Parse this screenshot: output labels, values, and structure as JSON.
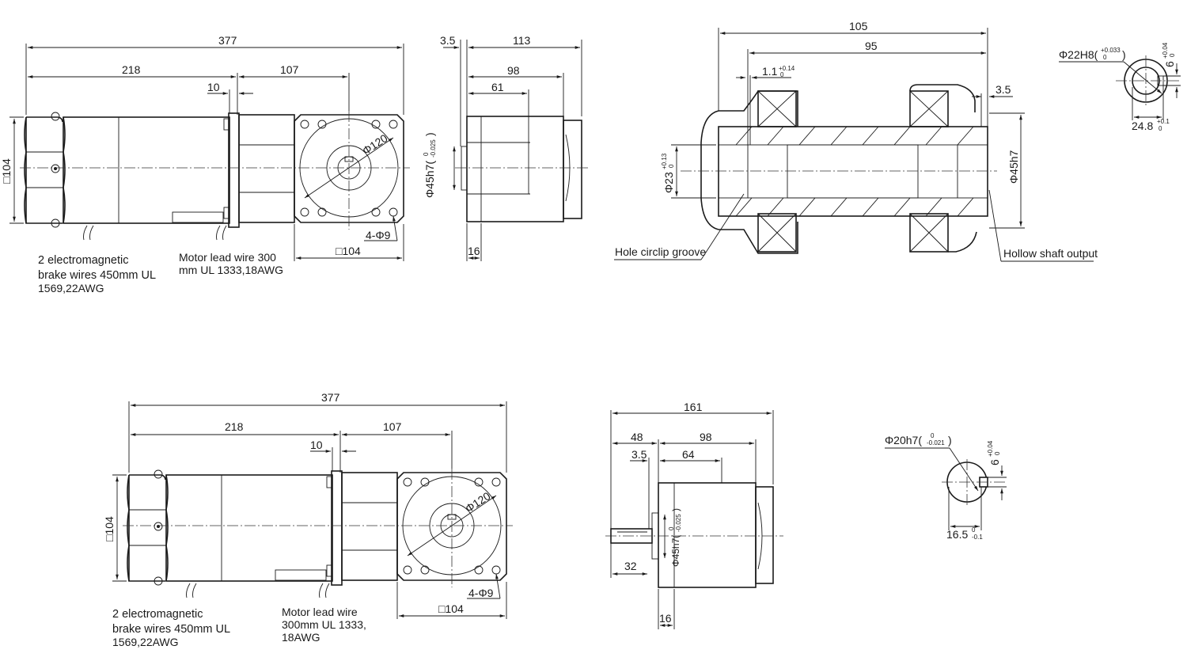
{
  "top_motor": {
    "dim_overall": "377",
    "dim_motor": "218",
    "dim_gear": "107",
    "dim_flange": "10",
    "dim_square_left": "□104",
    "dim_pcd": "Φ120",
    "dim_holes": "4-Φ9",
    "dim_square_bottom": "□104",
    "brake_wires": [
      "2 electromagnetic",
      "brake wires 450mm UL",
      "1569,22AWG"
    ],
    "lead_wire": [
      "Motor lead wire 300",
      "mm UL 1333,18AWG"
    ]
  },
  "top_side": {
    "dim_pilot": "3.5",
    "dim_total": "113",
    "dim_98": "98",
    "dim_61": "61",
    "dim_16": "16",
    "dim_bore": "Φ45h7(",
    "bore_tol_upper": "0",
    "bore_tol_lower": "-0.025",
    "bore_close": ")"
  },
  "section": {
    "dim_105": "105",
    "dim_95": "95",
    "dim_groove": "1.1",
    "groove_tol_upper": "+0.14",
    "groove_tol_lower": "0",
    "dim_35": "3.5",
    "dim_bore": "Φ23",
    "bore_tol_upper": "+0.13",
    "bore_tol_lower": "0",
    "dim_housing": "Φ45h7",
    "label_groove": "Hole circlip groove",
    "label_hollow": "Hollow shaft output"
  },
  "hollow_key": {
    "dim_bore": "Φ22H8(",
    "bore_tol_upper": "+0.033",
    "bore_tol_lower": "0",
    "bore_close": ")",
    "dim_key": "6",
    "key_tol_upper": "+0.04",
    "key_tol_lower": "0",
    "dim_depth": "24.8",
    "depth_tol_upper": "+0.1",
    "depth_tol_lower": "0"
  },
  "bottom_motor": {
    "dim_overall": "377",
    "dim_motor": "218",
    "dim_gear": "107",
    "dim_flange": "10",
    "dim_square_left": "□104",
    "dim_pcd": "Φ120",
    "dim_holes": "4-Φ9",
    "dim_square_bottom": "□104",
    "brake_wires": [
      "2 electromagnetic",
      "brake wires 450mm UL",
      "1569,22AWG"
    ],
    "lead_wire": [
      "Motor lead wire",
      "300mm UL 1333,",
      "18AWG"
    ]
  },
  "bottom_side": {
    "dim_161": "161",
    "dim_48": "48",
    "dim_98": "98",
    "dim_35": "3.5",
    "dim_64": "64",
    "dim_32": "32",
    "dim_16": "16",
    "dim_bore": "Φ45h7(",
    "bore_tol_upper": "0",
    "bore_tol_lower": "-0.025",
    "bore_close": ")"
  },
  "solid_key": {
    "dim_shaft": "Φ20h7(",
    "shaft_tol_upper": "0",
    "shaft_tol_lower": "-0.021",
    "shaft_close": ")",
    "dim_key": "6",
    "key_tol_upper": "+0.04",
    "key_tol_lower": "0",
    "dim_depth": "16.5",
    "depth_tol_upper": "0",
    "depth_tol_lower": "-0.1"
  }
}
